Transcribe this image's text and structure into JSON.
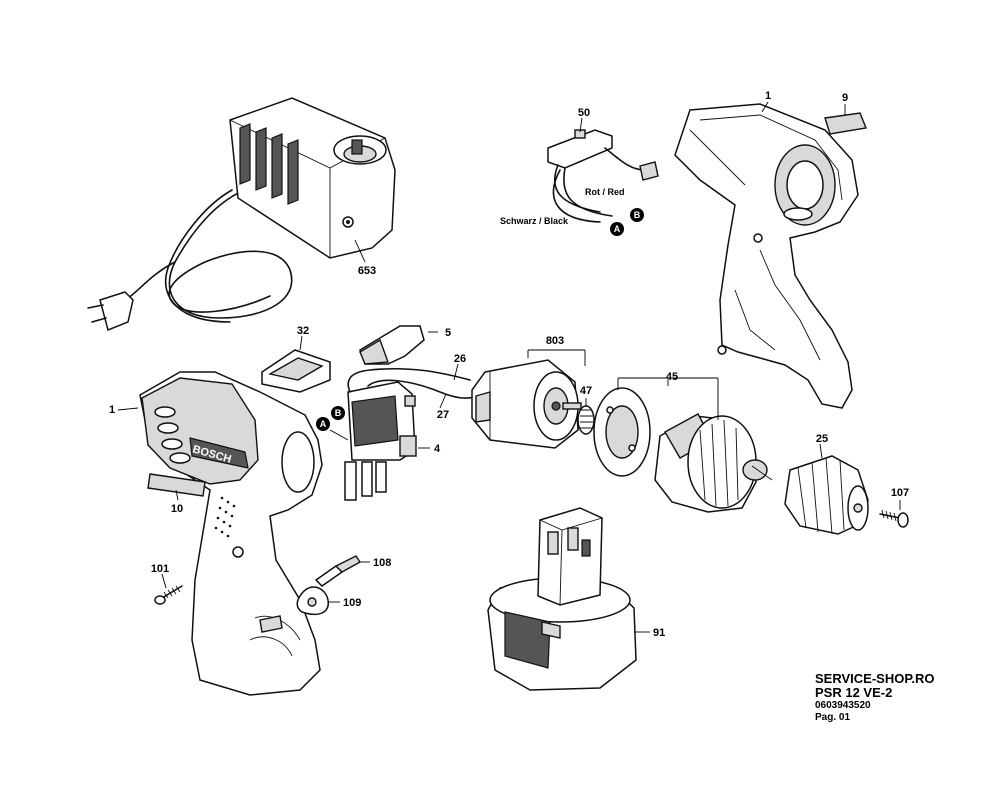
{
  "parts": {
    "housing_right": "1",
    "housing_left": "1",
    "nameplate": "9",
    "cable_set": "50",
    "charger": "653",
    "switch_cover": "32",
    "switch_knob": "5",
    "wire_26": "26",
    "wire_27": "27",
    "motor_group": "803",
    "pinion": "47",
    "gear_group": "45",
    "switch": "4",
    "label_plate": "10",
    "chuck": "25",
    "chuck_screw": "107",
    "screw_101": "101",
    "bit": "108",
    "bit_holder": "109",
    "battery": "91"
  },
  "wires": {
    "red": "Rot / Red",
    "black": "Schwarz / Black"
  },
  "markers": {
    "a": "A",
    "b": "B"
  },
  "housing_brand": "BOSCH",
  "footer": {
    "site": "SERVICE-SHOP.RO",
    "model": "PSR 12 VE-2",
    "code": "0603943520",
    "page": "Pag. 01"
  }
}
